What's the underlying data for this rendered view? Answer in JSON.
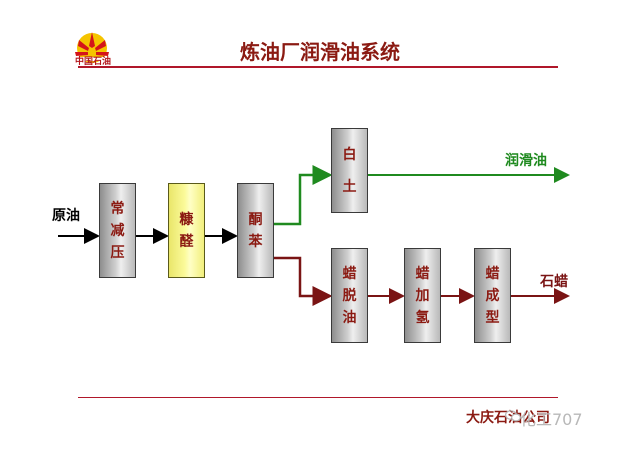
{
  "header": {
    "logo_text": "中国石油",
    "title": "炼油厂润滑油系统"
  },
  "diagram": {
    "input_label": "原油",
    "boxes": {
      "atmospheric_vacuum": [
        "常",
        "减",
        "压"
      ],
      "furfural": [
        "糠",
        "醛"
      ],
      "ketone_benzene": [
        "酮",
        "苯"
      ],
      "clay": [
        "白",
        "土"
      ],
      "wax_deoiling": [
        "蜡",
        "脱",
        "油"
      ],
      "wax_hydrogenation": [
        "蜡",
        "加",
        "氢"
      ],
      "wax_molding": [
        "蜡",
        "成",
        "型"
      ]
    },
    "outputs": {
      "lube_oil": "润滑油",
      "paraffin": "石蜡"
    },
    "colors": {
      "lube_path": "#1f8a1f",
      "wax_path": "#7a1414",
      "box_text": "#8b1a12",
      "title": "#8b1a12"
    }
  },
  "footer": {
    "company": "大庆石油公司",
    "watermark": "化工707"
  }
}
